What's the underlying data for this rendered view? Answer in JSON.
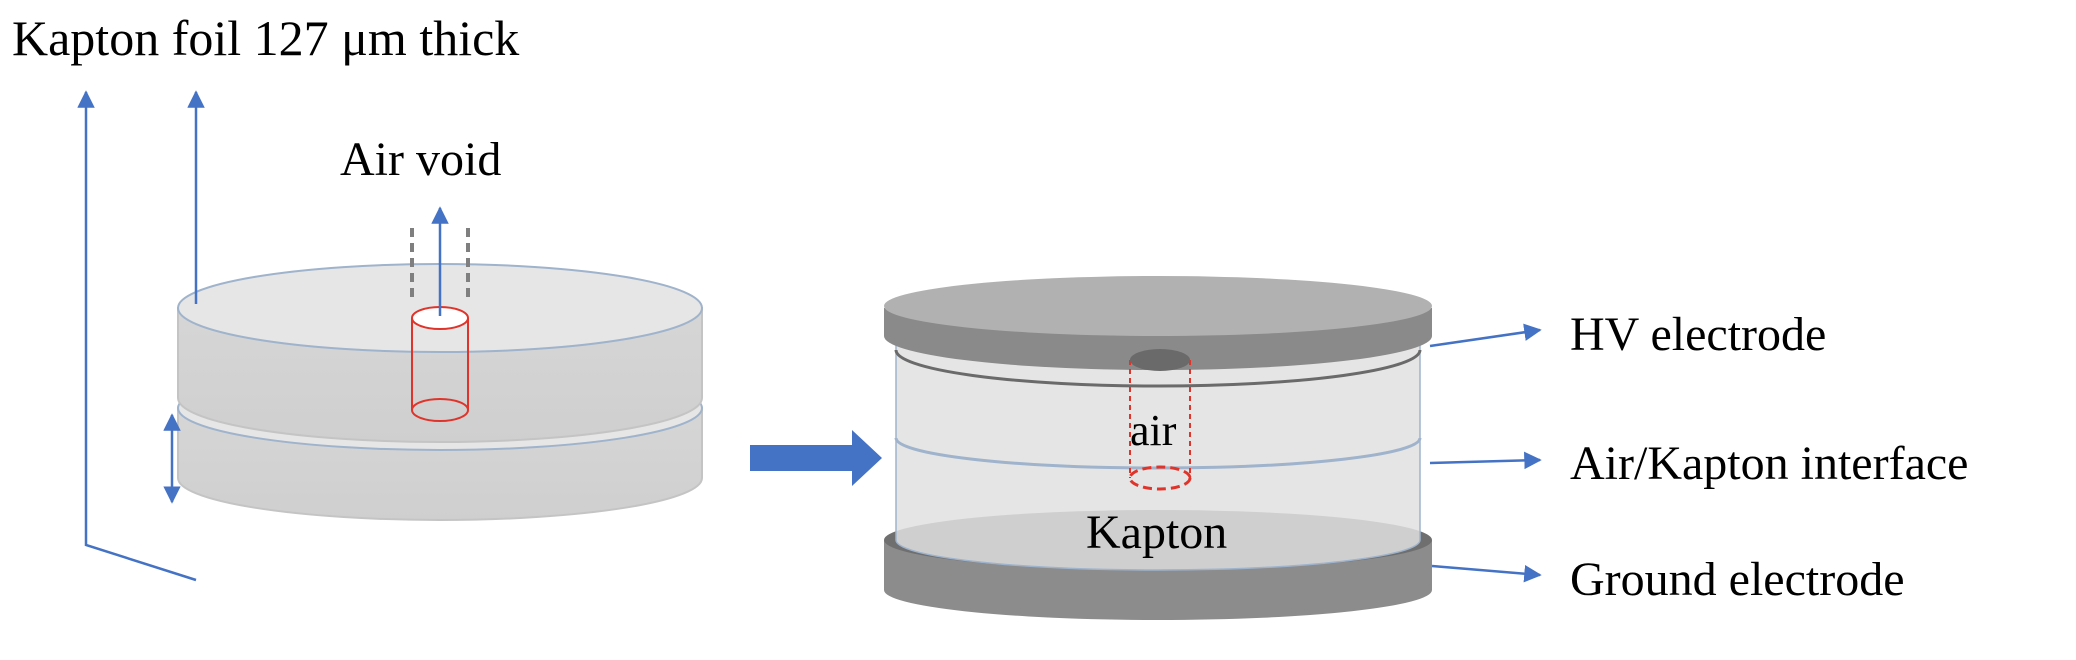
{
  "labels": {
    "kapton_foil": "Kapton foil 127 μm thick",
    "air_void": "Air void",
    "air": "air",
    "kapton": "Kapton",
    "hv_electrode": "HV electrode",
    "interface": "Air/Kapton interface",
    "ground_electrode": "Ground electrode"
  },
  "colors": {
    "arrow_blue": "#4472C4",
    "void_red": "#E0342A",
    "foil_fill": "#DCDCDC",
    "electrode_fill": "#8C8C8C"
  }
}
